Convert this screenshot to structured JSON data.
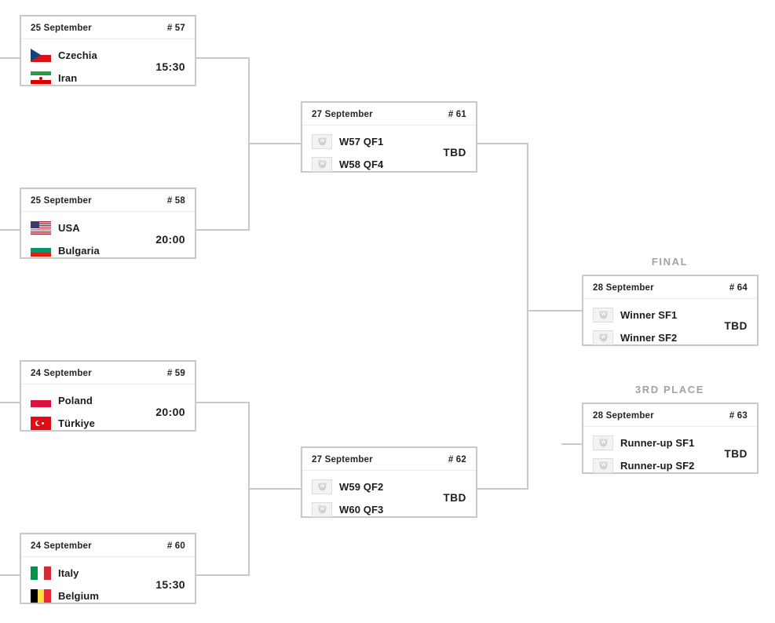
{
  "bracket": {
    "captions": {
      "final": "FINAL",
      "third_place": "3RD PLACE"
    },
    "colors": {
      "box_border": "#c9c9c9",
      "connector": "#c9c9c9",
      "caption": "#a3a3a3",
      "text": "#1b1c20",
      "divider": "#ececec"
    },
    "matches": [
      {
        "id": "qf1",
        "date": "25 September",
        "number": "# 57",
        "result": "15:30",
        "teams": [
          {
            "name": "Czechia",
            "icon": "flag-czechia"
          },
          {
            "name": "Iran",
            "icon": "flag-iran"
          }
        ]
      },
      {
        "id": "qf2",
        "date": "25 September",
        "number": "# 58",
        "result": "20:00",
        "teams": [
          {
            "name": "USA",
            "icon": "flag-usa"
          },
          {
            "name": "Bulgaria",
            "icon": "flag-bulgaria"
          }
        ]
      },
      {
        "id": "qf3",
        "date": "24 September",
        "number": "# 59",
        "result": "20:00",
        "teams": [
          {
            "name": "Poland",
            "icon": "flag-poland"
          },
          {
            "name": "Türkiye",
            "icon": "flag-turkiye"
          }
        ]
      },
      {
        "id": "qf4",
        "date": "24 September",
        "number": "# 60",
        "result": "15:30",
        "teams": [
          {
            "name": "Italy",
            "icon": "flag-italy"
          },
          {
            "name": "Belgium",
            "icon": "flag-belgium"
          }
        ]
      },
      {
        "id": "sf1",
        "date": "27 September",
        "number": "# 61",
        "result": "TBD",
        "teams": [
          {
            "name": "W57 QF1",
            "icon": "crest-placeholder-icon"
          },
          {
            "name": "W58 QF4",
            "icon": "crest-placeholder-icon"
          }
        ]
      },
      {
        "id": "sf2",
        "date": "27 September",
        "number": "# 62",
        "result": "TBD",
        "teams": [
          {
            "name": "W59 QF2",
            "icon": "crest-placeholder-icon"
          },
          {
            "name": "W60 QF3",
            "icon": "crest-placeholder-icon"
          }
        ]
      },
      {
        "id": "final",
        "date": "28 September",
        "number": "# 64",
        "result": "TBD",
        "teams": [
          {
            "name": "Winner SF1",
            "icon": "crest-placeholder-icon"
          },
          {
            "name": "Winner SF2",
            "icon": "crest-placeholder-icon"
          }
        ]
      },
      {
        "id": "third",
        "date": "28 September",
        "number": "# 63",
        "result": "TBD",
        "teams": [
          {
            "name": "Runner-up SF1",
            "icon": "crest-placeholder-icon"
          },
          {
            "name": "Runner-up SF2",
            "icon": "crest-placeholder-icon"
          }
        ]
      }
    ]
  }
}
